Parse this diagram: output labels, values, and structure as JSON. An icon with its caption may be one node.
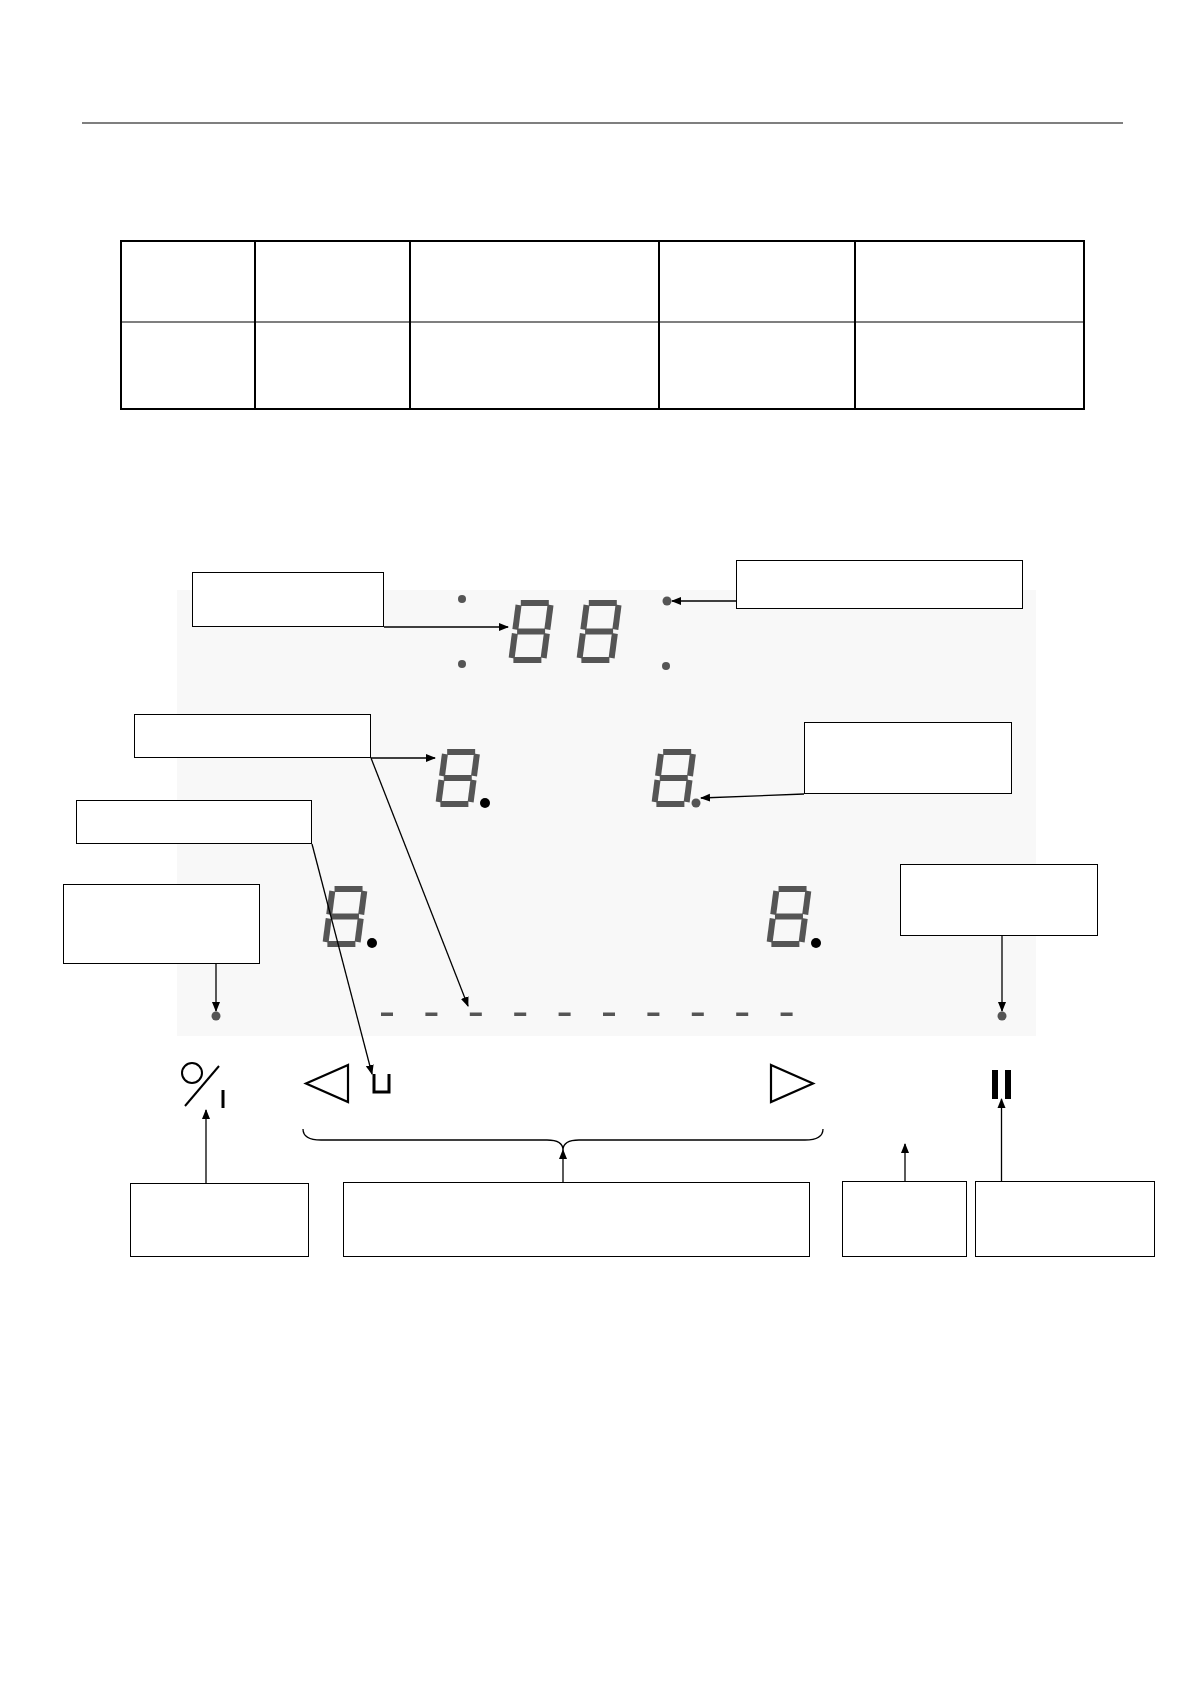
{
  "diagram": {
    "nodes": [
      {
        "text": [],
        "shape": "box"
      },
      {
        "text": [],
        "shape": "display"
      },
      {
        "text": [],
        "shape": "box"
      },
      {
        "text": [],
        "shape": "circle"
      },
      {
        "text": [],
        "shape": "box"
      },
      {
        "text": [],
        "shape": "display"
      },
      {
        "text": [],
        "shape": "box"
      },
      {
        "text": [],
        "shape": "circle"
      },
      {
        "text": [],
        "shape": "box"
      },
      {
        "text": [],
        "shape": "box"
      },
      {
        "text": [],
        "shape": "box"
      },
      {
        "text": [],
        "shape": "bar"
      },
      {
        "text": [],
        "shape": "circle"
      },
      {
        "text": [],
        "shape": "circle"
      },
      {
        "text": [],
        "shape": "icon"
      },
      {
        "text": [],
        "shape": "icon"
      },
      {
        "text": [],
        "shape": "icon"
      },
      {
        "text": [],
        "shape": "brace"
      },
      {
        "text": [],
        "shape": "box"
      },
      {
        "text": [],
        "shape": "box"
      },
      {
        "text": [],
        "shape": "box"
      },
      {
        "text": [],
        "shape": "box"
      },
      {
        "text": [],
        "shape": "icon"
      },
      {
        "text": [],
        "shape": "icon"
      }
    ],
    "edges": [
      {
        "from": 0,
        "to": 1,
        "arrow": "to"
      },
      {
        "from": 2,
        "to": 3,
        "arrow": "to"
      },
      {
        "from": 4,
        "to": 5,
        "arrow": "to"
      },
      {
        "from": 4,
        "to": 11,
        "arrow": "to"
      },
      {
        "from": 6,
        "to": 7,
        "arrow": "to"
      },
      {
        "from": 8,
        "to": 15,
        "arrow": "to"
      },
      {
        "from": 9,
        "to": 12,
        "arrow": "to"
      },
      {
        "from": 10,
        "to": 13,
        "arrow": "to"
      },
      {
        "from": 18,
        "to": 14,
        "arrow": "to"
      },
      {
        "from": 19,
        "to": 17,
        "arrow": "to"
      },
      {
        "from": 20,
        "to": null,
        "arrow": "to"
      },
      {
        "from": 21,
        "to": 16,
        "arrow": "to"
      }
    ]
  }
}
